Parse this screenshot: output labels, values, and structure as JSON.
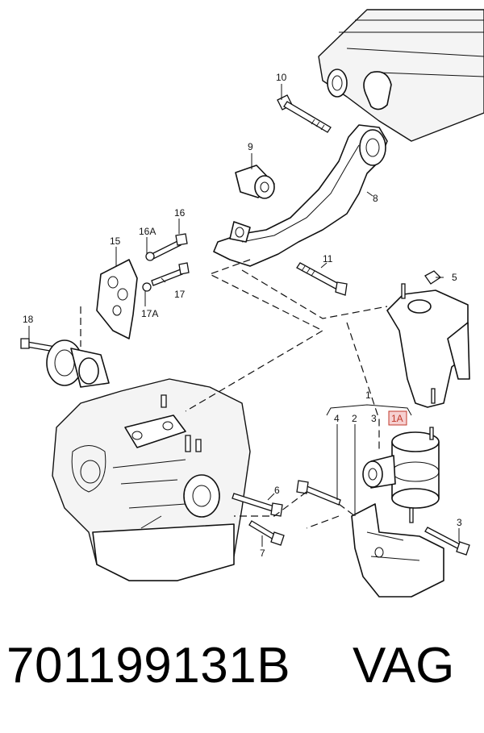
{
  "callouts": {
    "c1": "1",
    "c1A": "1A",
    "c2": "2",
    "c3a": "3",
    "c3b": "3",
    "c4": "4",
    "c5": "5",
    "c6": "6",
    "c7": "7",
    "c8": "8",
    "c9": "9",
    "c10": "10",
    "c11": "11",
    "c15": "15",
    "c16": "16",
    "c16A": "16A",
    "c17": "17",
    "c17A": "17A",
    "c18": "18"
  },
  "footer": {
    "part_number": "701199131B",
    "brand": "VAG"
  },
  "colors": {
    "ink": "#111111",
    "highlight": "#c0392b",
    "highlight_fill": "#f6d0d0"
  }
}
